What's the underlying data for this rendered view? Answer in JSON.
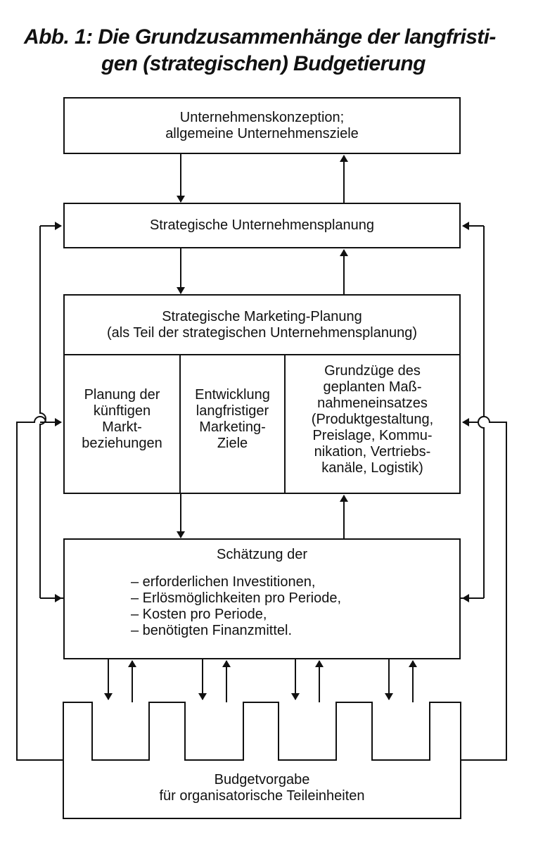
{
  "title": {
    "line1": "Abb. 1: Die Grundzusammenhänge der langfristi-",
    "line2": "gen (strategischen) Budgetierung"
  },
  "boxes": {
    "konzeption": {
      "line1": "Unternehmenskonzeption;",
      "line2": "allgemeine Unternehmensziele"
    },
    "strategische_planung": {
      "line1": "Strategische Unternehmensplanung"
    },
    "marketing_planung": {
      "line1": "Strategische Marketing-Planung",
      "line2": "(als Teil der strategischen Unternehmensplanung)",
      "columns": [
        {
          "lines": [
            "Planung der",
            "künftigen",
            "Markt-",
            "beziehungen"
          ]
        },
        {
          "lines": [
            "Entwicklung",
            "langfristiger",
            "Marketing-",
            "Ziele"
          ]
        },
        {
          "lines": [
            "Grundzüge des",
            "geplanten Maß-",
            "nahmeneinsatzes",
            "(Produktgestaltung,",
            "Preislage, Kommu-",
            "nikation, Vertriebs-",
            "kanäle, Logistik)"
          ]
        }
      ]
    },
    "schaetzung": {
      "heading": "Schätzung der",
      "items": [
        "– erforderlichen Investitionen,",
        "– Erlösmöglichkeiten pro Periode,",
        "– Kosten pro Periode,",
        "– benötigten Finanzmittel."
      ]
    },
    "budgetvorgabe": {
      "line1": "Budgetvorgabe",
      "line2": "für organisatorische Teileinheiten"
    }
  }
}
